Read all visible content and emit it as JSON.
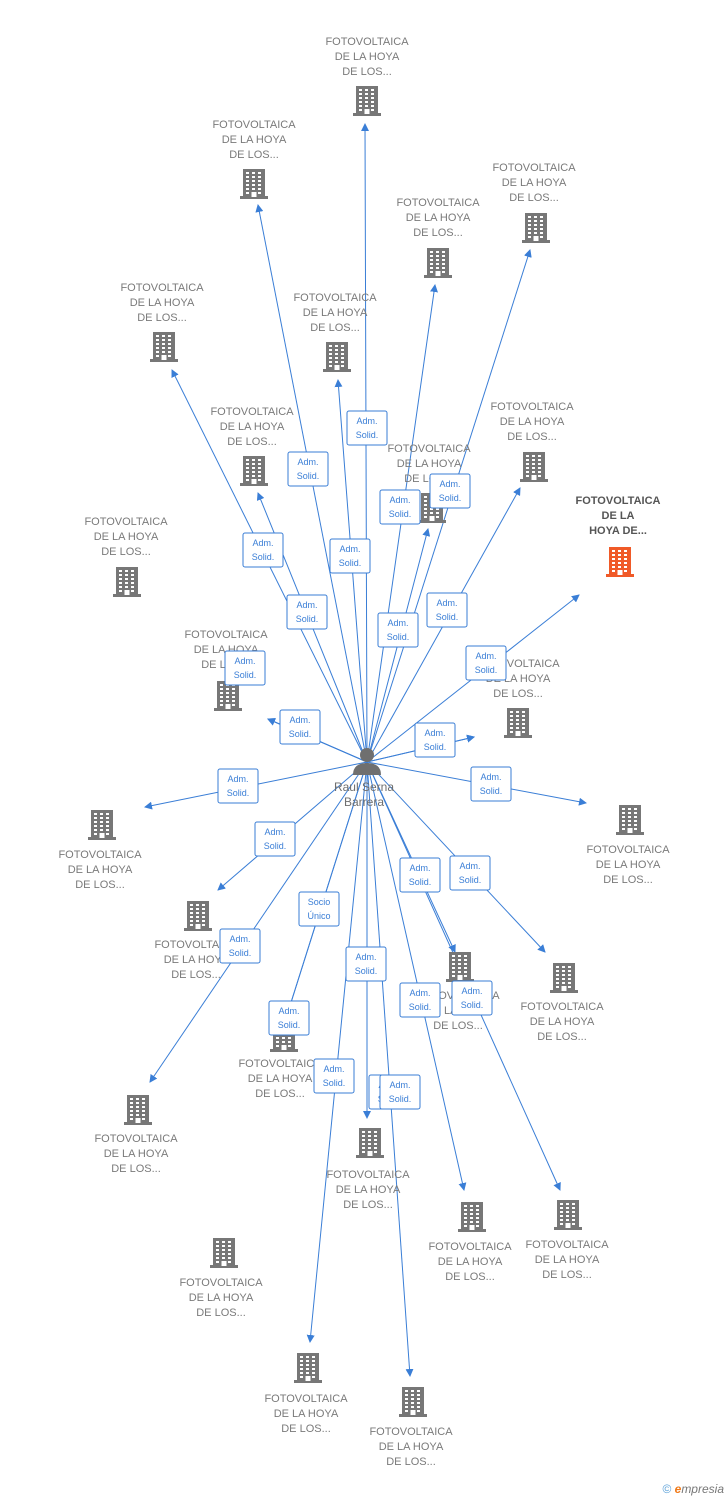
{
  "center": {
    "name_line1": "Raul Serna",
    "name_line2": "Barrera"
  },
  "colors": {
    "edge": "#3a7ed6",
    "building": "#777777",
    "building_highlight": "#f05a28"
  },
  "footer": {
    "copyright": "©",
    "brand_e": "e",
    "brand_rest": "mpresia"
  },
  "nodes": [
    {
      "label": [
        "FOTOVOLTAICA",
        "DE LA HOYA",
        "DE LOS..."
      ],
      "highlight": false
    },
    {
      "label": [
        "FOTOVOLTAICA",
        "DE LA HOYA",
        "DE LOS..."
      ],
      "highlight": false
    },
    {
      "label": [
        "FOTOVOLTAICA",
        "DE LA HOYA",
        "DE LOS..."
      ],
      "highlight": false
    },
    {
      "label": [
        "FOTOVOLTAICA",
        "DE LA HOYA",
        "DE LOS..."
      ],
      "highlight": false
    },
    {
      "label": [
        "FOTOVOLTAICA",
        "DE LA HOYA",
        "DE LOS..."
      ],
      "highlight": false
    },
    {
      "label": [
        "FOTOVOLTAICA",
        "DE LA HOYA",
        "DE LOS..."
      ],
      "highlight": false
    },
    {
      "label": [
        "FOTOVOLTAICA",
        "DE LA HOYA",
        "DE LOS..."
      ],
      "highlight": false
    },
    {
      "label": [
        "FOTOVOLTAICA",
        "DE LA HOYA",
        "DE LOS..."
      ],
      "highlight": false
    },
    {
      "label": [
        "FOTOVOLTAICA",
        "DE LA HOYA",
        "DE LOS..."
      ],
      "highlight": false
    },
    {
      "label": [
        "FOTOVOLTAICA",
        "DE LA HOYA",
        "DE LOS..."
      ],
      "highlight": false
    },
    {
      "label": [
        "FOTOVOLTAICA",
        "DE LA",
        "HOYA DE..."
      ],
      "highlight": true
    },
    {
      "label": [
        "FOTOVOLTAICA",
        "DE LA HOYA",
        "DE LOS..."
      ],
      "highlight": false
    },
    {
      "label": [
        "FOTOVOLTAICA",
        "DE LA HOYA",
        "DE LOS..."
      ],
      "highlight": false
    },
    {
      "label": [
        "FOTOVOLTAICA",
        "DE LA HOYA",
        "DE LOS..."
      ],
      "highlight": false
    },
    {
      "label": [
        "FOTOVOLTAICA",
        "DE LA HOYA",
        "DE LOS..."
      ],
      "highlight": false
    },
    {
      "label": [
        "FOTOVOLTAICA",
        "DE LA HOYA",
        "DE LOS..."
      ],
      "highlight": false
    },
    {
      "label": [
        "FOTOVOLTAICA",
        "DE LA HOYA",
        "DE LOS..."
      ],
      "highlight": false
    },
    {
      "label": [
        "FOTOVOLTAICA",
        "DE LA HOYA",
        "DE LOS..."
      ],
      "highlight": false
    },
    {
      "label": [
        "FOTOVOLTAICA",
        "DE LA HOYA",
        "DE LOS..."
      ],
      "highlight": false
    },
    {
      "label": [
        "FOTOVOLTAICA",
        "DE LA HOYA",
        "DE LOS..."
      ],
      "highlight": false
    },
    {
      "label": [
        "FOTOVOLTAICA",
        "DE LA HOYA",
        "DE LOS..."
      ],
      "highlight": false
    },
    {
      "label": [
        "FOTOVOLTAICA",
        "DE LA HOYA",
        "DE LOS..."
      ],
      "highlight": false
    },
    {
      "label": [
        "FOTOVOLTAICA",
        "DE LA HOYA",
        "DE LOS..."
      ],
      "highlight": false
    },
    {
      "label": [
        "FOTOVOLTAICA",
        "DE LA HOYA",
        "DE LOS..."
      ],
      "highlight": false
    },
    {
      "label": [
        "FOTOVOLTAICA",
        "DE LA HOYA",
        "DE LOS..."
      ],
      "highlight": false
    },
    {
      "label": [
        "FOTOVOLTAICA",
        "DE LA HOYA",
        "DE LOS..."
      ],
      "highlight": false
    },
    {
      "label": [
        "FOTOVOLTAICA",
        "DE LA HOYA",
        "DE LOS..."
      ],
      "highlight": false
    }
  ],
  "edges": [
    {
      "role": [
        "Adm.",
        "Solid."
      ]
    },
    {
      "role": [
        "Adm.",
        "Solid."
      ]
    },
    {
      "role": [
        "Adm.",
        "Solid."
      ]
    },
    {
      "role": [
        "Adm.",
        "Solid."
      ]
    },
    {
      "role": [
        "Adm.",
        "Solid."
      ]
    },
    {
      "role": [
        "Adm.",
        "Solid."
      ]
    },
    {
      "role": [
        "Adm.",
        "Solid."
      ]
    },
    {
      "role": [
        "Adm.",
        "Solid."
      ]
    },
    {
      "role": [
        "Adm.",
        "Solid."
      ]
    },
    {
      "role": [
        "Adm.",
        "Solid."
      ]
    },
    {
      "role": [
        "Adm.",
        "Solid."
      ]
    },
    {
      "role": [
        "Adm.",
        "Solid."
      ]
    },
    {
      "role": [
        "Adm.",
        "Solid."
      ]
    },
    {
      "role": [
        "Adm.",
        "Solid."
      ]
    },
    {
      "role": [
        "Adm.",
        "Solid."
      ]
    },
    {
      "role": [
        "Adm.",
        "Solid."
      ]
    },
    {
      "role": [
        "Adm.",
        "Solid."
      ]
    },
    {
      "role": [
        "Adm.",
        "Solid."
      ]
    },
    {
      "role": [
        "Adm.",
        "Solid."
      ]
    },
    {
      "role": [
        "Adm.",
        "Solid."
      ]
    },
    {
      "role": [
        "Socio",
        "Único"
      ]
    },
    {
      "role": [
        "Adm.",
        "Solid."
      ]
    },
    {
      "role": [
        "Adm.",
        "Solid."
      ]
    },
    {
      "role": [
        "Adm.",
        "Solid."
      ]
    },
    {
      "role": [
        "Adm.",
        "Solid."
      ]
    },
    {
      "role": [
        "Adm.",
        "Solid."
      ]
    },
    {
      "role": [
        "Adm.",
        "Solid."
      ]
    }
  ]
}
